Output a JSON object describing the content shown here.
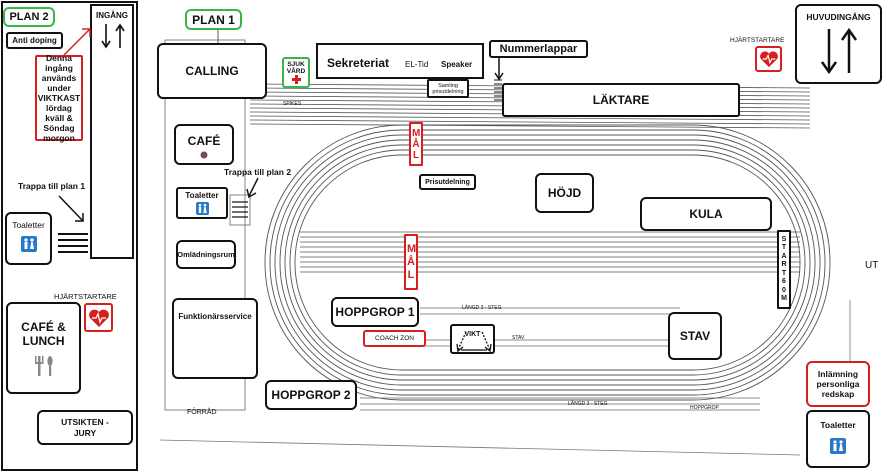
{
  "colors": {
    "red": "#d62020",
    "green": "#3bb54a",
    "icon_blue": "#2a78c8",
    "track_line": "#555555"
  },
  "plan2": {
    "title": "PLAN 2",
    "anti_doping": "Anti doping",
    "ingang": "INGÅNG",
    "notice": "Denna ingång används under VIKTKAST lördag kväll & Söndag morgon",
    "trappa": "Trappa till plan 1",
    "toaletter": "Toaletter",
    "hjartstartare": "HJÄRTSTARTARE",
    "cafe_lunch": "CAFÉ & LUNCH",
    "utsikten": "UTSIKTEN - JURY"
  },
  "plan1": {
    "title": "PLAN 1",
    "calling": "CALLING",
    "sjukvard": "SJUK VÅRD",
    "sekreteriat": "Sekreteriat",
    "el_tid": "EL-Tid",
    "speaker": "Speaker",
    "samling": "Samling prisutdelning",
    "nummerlappar": "Nummerlappar",
    "hjartstartare": "HJÄRTSTARTARE",
    "huvudingang": "HUVUDINGÅNG",
    "laktare": "LÄKTARE",
    "cafe": "CAFÉ",
    "mal_top": "MÅL",
    "prisutdelning": "Prisutdelning",
    "hojd": "HÖJD",
    "kula": "KULA",
    "toaletter": "Toaletter",
    "trappa": "Trappa till plan 2",
    "omladningsrum": "Omlädningsrum",
    "mal_bottom": "MÅL",
    "start": "START 60 M",
    "funktionarsservice": "Funktionärsservice",
    "hoppgrop1": "HOPPGROP 1",
    "vikt": "VIKT",
    "coach_zon": "COACH ZON",
    "stav": "STAV",
    "hoppgrop2": "HOPPGROP 2",
    "inlamning": "Inlämning personliga redskap",
    "toaletter_right": "Toaletter",
    "ut": "UT",
    "forrad": "FÖRRÅD",
    "spikes_label": "SPIKES",
    "landd_label": "LÄNGD 3 - STEG",
    "stav_label": "STAV",
    "hoppgrop_label": "HOPPGROP"
  }
}
